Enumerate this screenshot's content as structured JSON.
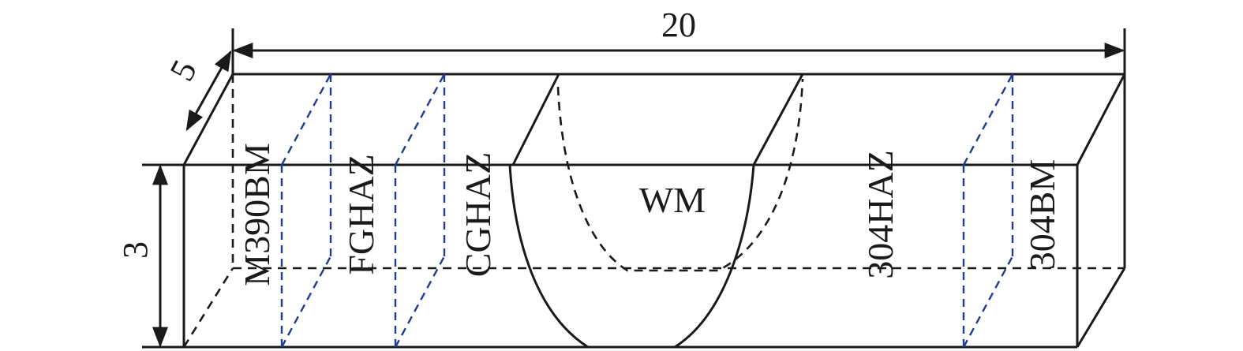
{
  "dimensions": {
    "length": "20",
    "depth": "5",
    "height": "3"
  },
  "zones": {
    "m390bm": "M390BM",
    "fghaz": "FGHAZ",
    "cghaz": "CGHAZ",
    "wm": "WM",
    "haz304": "304HAZ",
    "bm304": "304BM"
  },
  "colors": {
    "outline": "#1a1a1a",
    "zone_boundary": "#1f3c8f"
  }
}
